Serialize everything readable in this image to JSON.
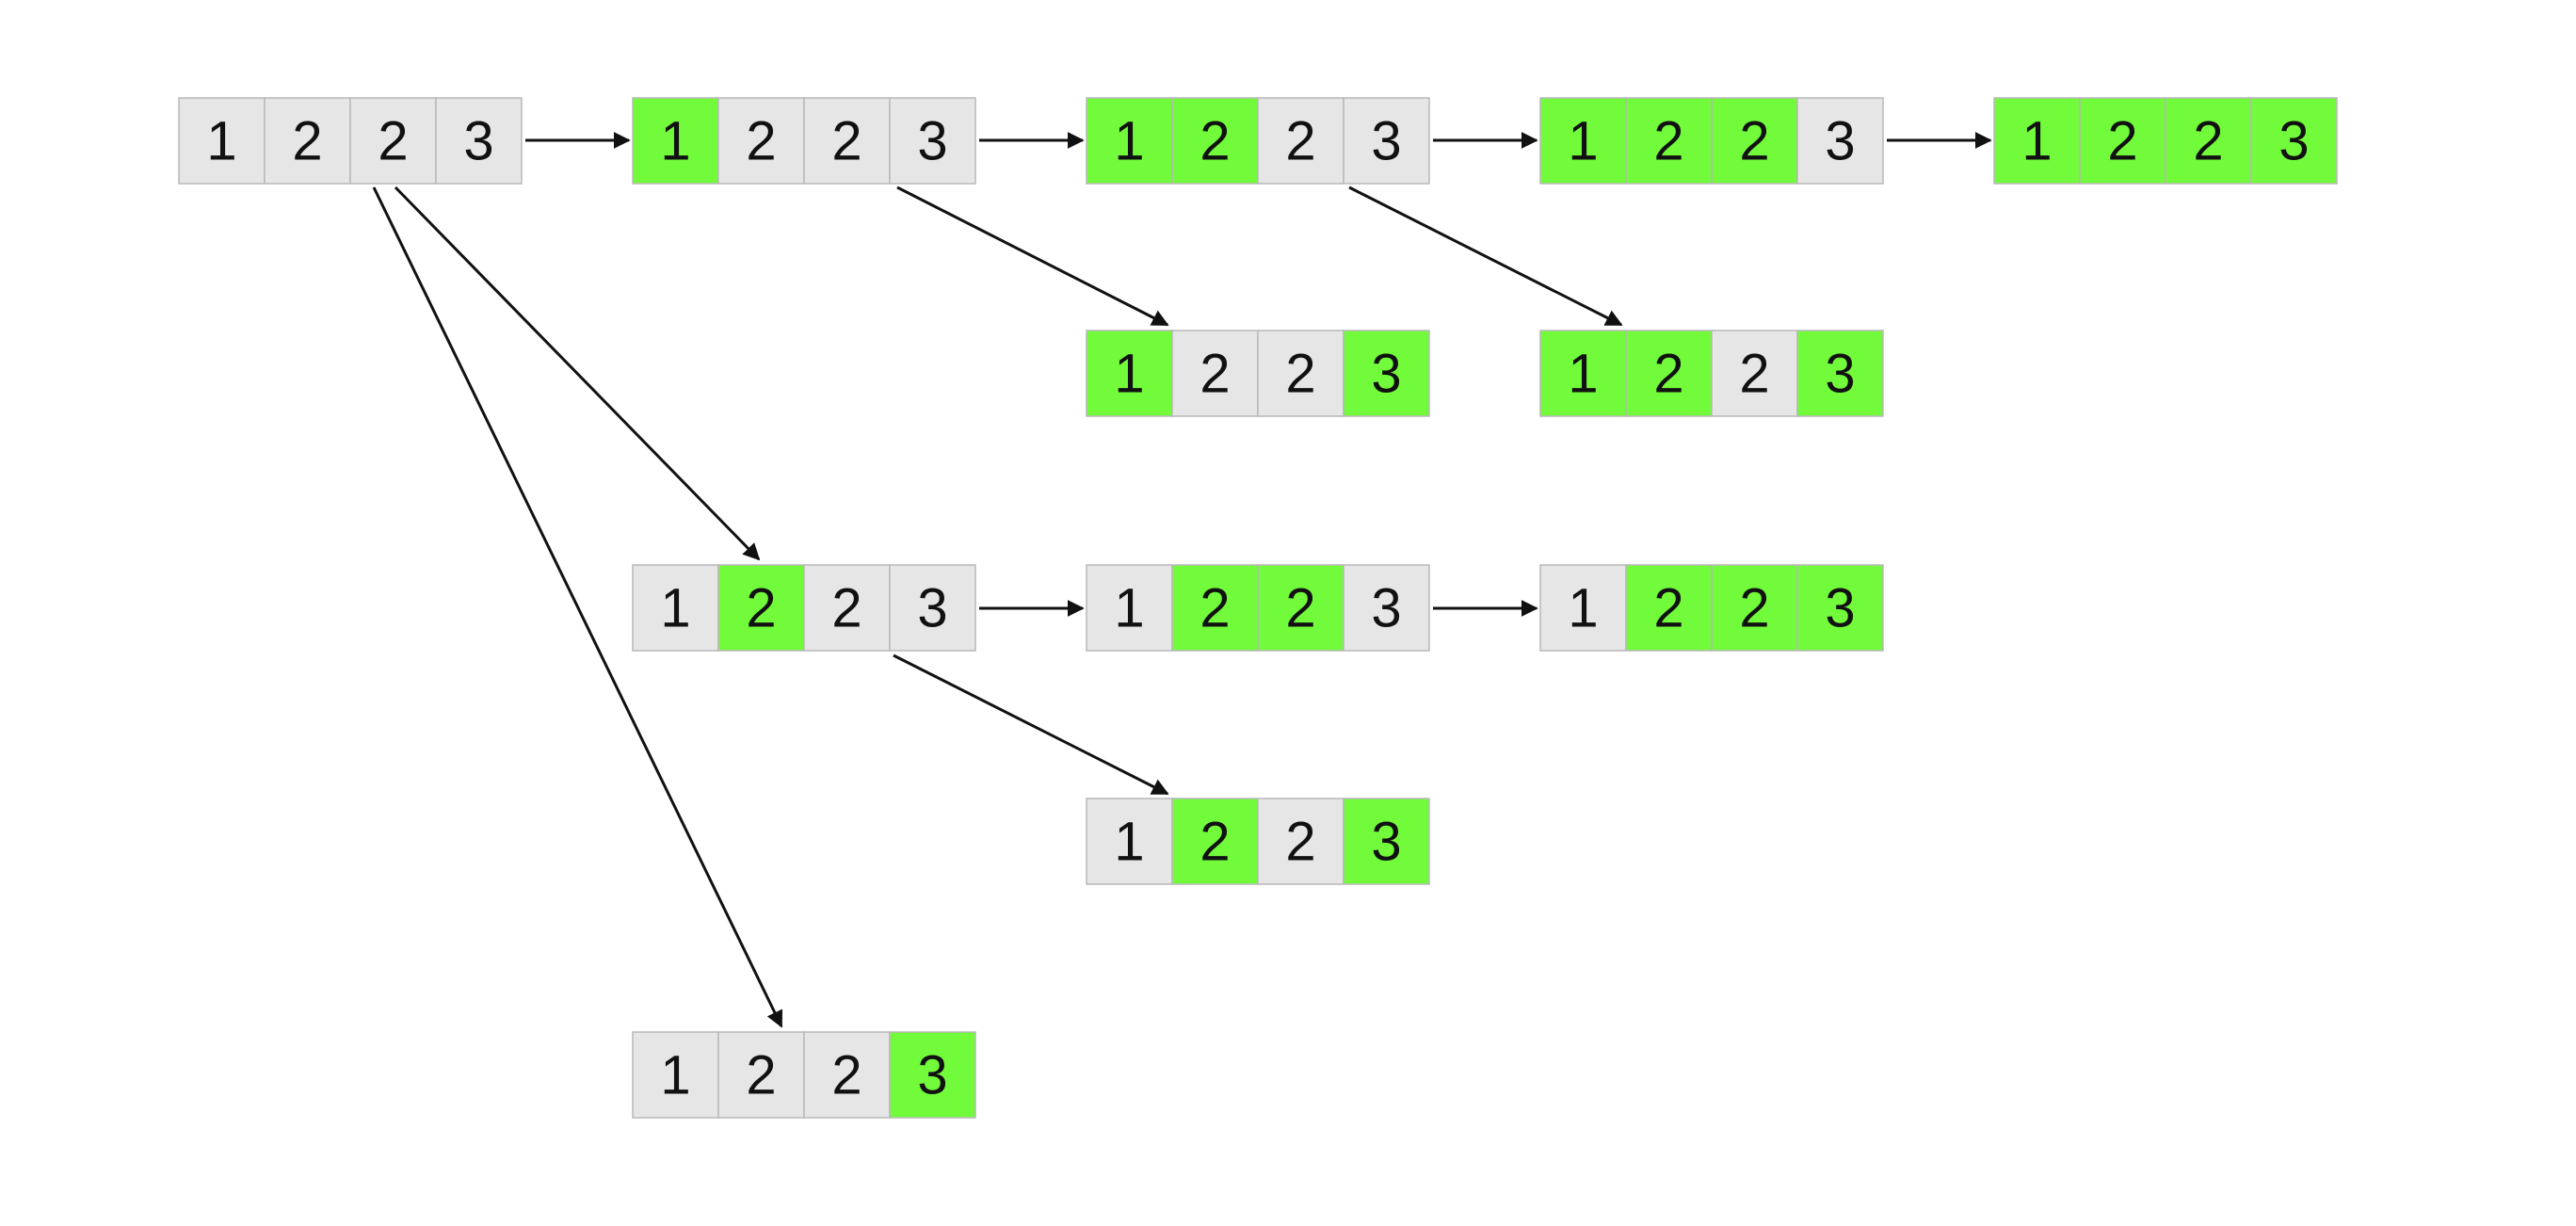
{
  "colors": {
    "selected": "#72FB3A",
    "unselected": "#E6E6E6",
    "cell_border": "#B8B8B8",
    "text": "#111111",
    "arrow": "#111111"
  },
  "nodes": [
    {
      "id": "n0",
      "cells": [
        {
          "value": "1",
          "selected": false
        },
        {
          "value": "2",
          "selected": false
        },
        {
          "value": "2",
          "selected": false
        },
        {
          "value": "3",
          "selected": false
        }
      ]
    },
    {
      "id": "n1",
      "cells": [
        {
          "value": "1",
          "selected": true
        },
        {
          "value": "2",
          "selected": false
        },
        {
          "value": "2",
          "selected": false
        },
        {
          "value": "3",
          "selected": false
        }
      ]
    },
    {
      "id": "n2",
      "cells": [
        {
          "value": "1",
          "selected": true
        },
        {
          "value": "2",
          "selected": true
        },
        {
          "value": "2",
          "selected": false
        },
        {
          "value": "3",
          "selected": false
        }
      ]
    },
    {
      "id": "n3",
      "cells": [
        {
          "value": "1",
          "selected": true
        },
        {
          "value": "2",
          "selected": true
        },
        {
          "value": "2",
          "selected": true
        },
        {
          "value": "3",
          "selected": false
        }
      ]
    },
    {
      "id": "n4",
      "cells": [
        {
          "value": "1",
          "selected": true
        },
        {
          "value": "2",
          "selected": true
        },
        {
          "value": "2",
          "selected": true
        },
        {
          "value": "3",
          "selected": true
        }
      ]
    },
    {
      "id": "n5",
      "cells": [
        {
          "value": "1",
          "selected": true
        },
        {
          "value": "2",
          "selected": false
        },
        {
          "value": "2",
          "selected": false
        },
        {
          "value": "3",
          "selected": true
        }
      ]
    },
    {
      "id": "n6",
      "cells": [
        {
          "value": "1",
          "selected": true
        },
        {
          "value": "2",
          "selected": true
        },
        {
          "value": "2",
          "selected": false
        },
        {
          "value": "3",
          "selected": true
        }
      ]
    },
    {
      "id": "n7",
      "cells": [
        {
          "value": "1",
          "selected": false
        },
        {
          "value": "2",
          "selected": true
        },
        {
          "value": "2",
          "selected": false
        },
        {
          "value": "3",
          "selected": false
        }
      ]
    },
    {
      "id": "n8",
      "cells": [
        {
          "value": "1",
          "selected": false
        },
        {
          "value": "2",
          "selected": true
        },
        {
          "value": "2",
          "selected": true
        },
        {
          "value": "3",
          "selected": false
        }
      ]
    },
    {
      "id": "n9",
      "cells": [
        {
          "value": "1",
          "selected": false
        },
        {
          "value": "2",
          "selected": true
        },
        {
          "value": "2",
          "selected": true
        },
        {
          "value": "3",
          "selected": true
        }
      ]
    },
    {
      "id": "n10",
      "cells": [
        {
          "value": "1",
          "selected": false
        },
        {
          "value": "2",
          "selected": true
        },
        {
          "value": "2",
          "selected": false
        },
        {
          "value": "3",
          "selected": true
        }
      ]
    },
    {
      "id": "n11",
      "cells": [
        {
          "value": "1",
          "selected": false
        },
        {
          "value": "2",
          "selected": false
        },
        {
          "value": "2",
          "selected": false
        },
        {
          "value": "3",
          "selected": true
        }
      ]
    }
  ],
  "edges": [
    {
      "from": "n0",
      "to": "n1"
    },
    {
      "from": "n1",
      "to": "n2"
    },
    {
      "from": "n2",
      "to": "n3"
    },
    {
      "from": "n3",
      "to": "n4"
    },
    {
      "from": "n1",
      "to": "n5"
    },
    {
      "from": "n2",
      "to": "n6"
    },
    {
      "from": "n0",
      "to": "n7"
    },
    {
      "from": "n7",
      "to": "n8"
    },
    {
      "from": "n8",
      "to": "n9"
    },
    {
      "from": "n7",
      "to": "n10"
    },
    {
      "from": "n0",
      "to": "n11"
    }
  ]
}
